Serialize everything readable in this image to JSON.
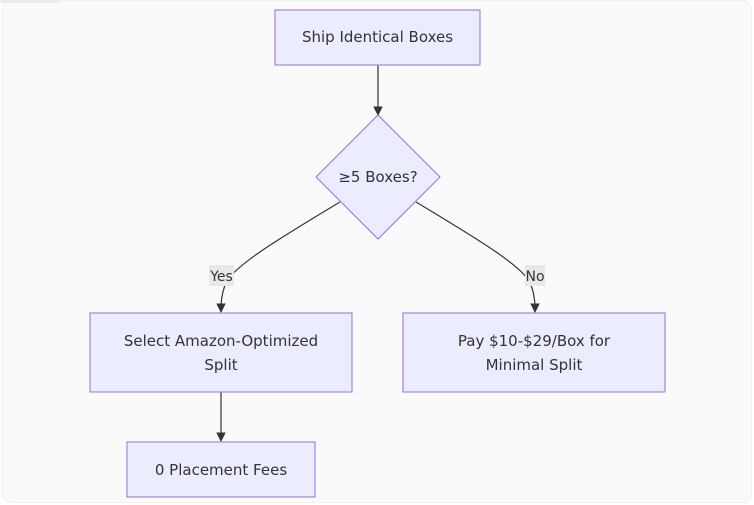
{
  "nodes": {
    "start": {
      "line1": "Ship Identical Boxes"
    },
    "decision": {
      "line1": "≥5 Boxes?"
    },
    "optimized": {
      "line1": "Select Amazon-Optimized",
      "line2": "Split"
    },
    "minimal": {
      "line1": "Pay $10-$29/Box for",
      "line2": "Minimal Split"
    },
    "fees": {
      "line1": "0 Placement Fees"
    }
  },
  "edges": {
    "yes_label": "Yes",
    "no_label": "No"
  },
  "colors": {
    "node_fill": "#ececff",
    "node_stroke": "#9370db",
    "edge": "#333333",
    "label_bg": "#e8e8e8"
  }
}
